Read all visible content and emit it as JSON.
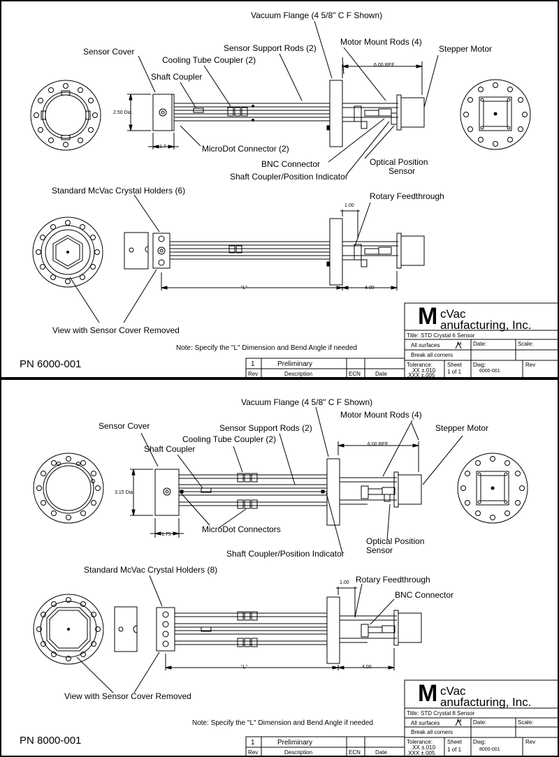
{
  "sheets": [
    {
      "labels": {
        "vacuum_flange": "Vacuum Flange (4 5/8\" C F Shown)",
        "sensor_support_rods": "Sensor Support Rods (2)",
        "motor_mount_rods": "Motor Mount Rods (4)",
        "stepper_motor": "Stepper Motor",
        "sensor_cover": "Sensor Cover",
        "cooling_tube_coupler": "Cooling Tube Coupler (2)",
        "shaft_coupler": "Shaft Coupler",
        "microdot_connector": "MicroDot Connector (2)",
        "bnc_connector": "BNC Connector",
        "shaft_coupler_position": "Shaft Coupler/Position Indicator",
        "optical_position_1": "Optical Position",
        "optical_position_2": "Sensor",
        "crystal_holders": "Standard McVac Crystal Holders (6)",
        "rotary_feedthrough": "Rotary Feedthrough",
        "view_removed": "View with Sensor Cover Removed"
      },
      "dims": {
        "ref": "6.00 REF",
        "dia": "2.50 Dia.",
        "len": "1.7",
        "bend": "1.00",
        "l": "\"L\"",
        "four": "4.00"
      },
      "note": "Note: Specify the \"L\" Dimension and Bend Angle if needed",
      "pn": "PN 6000-001",
      "title_block": {
        "company_m": "M",
        "company_line1": "cVac",
        "company_line2": "anufacturing, Inc.",
        "title_label": "Title:",
        "title_value": "STD Crystal 6 Sensor",
        "all_surfaces": "All surfaces",
        "finish": "64",
        "date_label": "Date:",
        "scale_label": "Scale:",
        "break_corners": "Break all corners",
        "tolerance_label": "Tolerance:",
        "tol_xx": ".XX  ±.010",
        "tol_xxx": ".XXX  ±.005",
        "sheet_label": "Sheet",
        "sheet_value": "1  of  1",
        "dwg_label": "Dwg:",
        "dwg_value": "6000-001",
        "rev_label": "Rev"
      },
      "revision": {
        "rev": "1",
        "description": "Preliminary",
        "h_rev": "Rev",
        "h_desc": "Description",
        "h_ecn": "ECN",
        "h_date": "Date"
      }
    },
    {
      "labels": {
        "vacuum_flange": "Vacuum Flange (4 5/8\" C F Shown)",
        "sensor_support_rods": "Sensor Support Rods (2)",
        "motor_mount_rods": "Motor Mount Rods (4)",
        "stepper_motor": "Stepper Motor",
        "sensor_cover": "Sensor Cover",
        "cooling_tube_coupler": "Cooling Tube Coupler (2)",
        "shaft_coupler": "Shaft Coupler",
        "microdot_connector": "MicroDot Connectors",
        "shaft_coupler_position": "Shaft Coupler/Position Indicator",
        "optical_position_1": "Optical Position",
        "optical_position_2": "Sensor",
        "crystal_holders": "Standard McVac Crystal Holders (8)",
        "rotary_feedthrough": "Rotary Feedthrough",
        "bnc_connector": "BNC Connector",
        "view_removed": "View with Sensor Cover Removed"
      },
      "dims": {
        "ref": "6.00 REF",
        "dia": "3.15 Dia.",
        "len": "1.75",
        "bend": "1.00",
        "l": "\"L\"",
        "four": "4.00"
      },
      "note": "Note: Specify the \"L\" Dimension and Bend Angle if needed",
      "pn": "PN 8000-001",
      "title_block": {
        "company_m": "M",
        "company_line1": "cVac",
        "company_line2": "anufacturing, Inc.",
        "title_label": "Title:",
        "title_value": "STD Crystal 8 Sensor",
        "all_surfaces": "All surfaces",
        "finish": "64",
        "date_label": "Date:",
        "scale_label": "Scale:",
        "break_corners": "Break all corners",
        "tolerance_label": "Tolerance:",
        "tol_xx": ".XX  ±.010",
        "tol_xxx": ".XXX  ±.005",
        "sheet_label": "Sheet",
        "sheet_value": "1  of  1",
        "dwg_label": "Dwg:",
        "dwg_value": "8000-001",
        "rev_label": "Rev"
      },
      "revision": {
        "rev": "1",
        "description": "Preliminary",
        "h_rev": "Rev",
        "h_desc": "Description",
        "h_ecn": "ECN",
        "h_date": "Date"
      }
    }
  ]
}
